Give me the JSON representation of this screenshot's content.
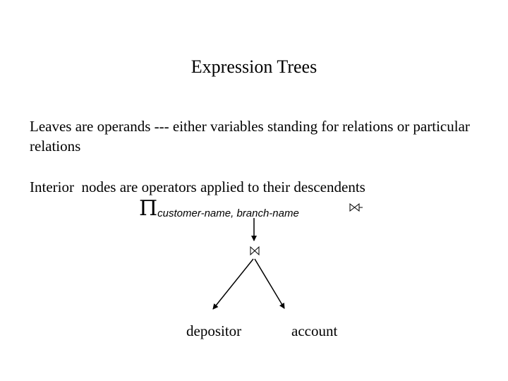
{
  "slide": {
    "title": "Expression Trees",
    "paragraph_1": "Leaves are operands --- either variables standing for relations or particular relations",
    "paragraph_2": "Interior  nodes are operators applied to their descendents"
  },
  "tree": {
    "root": {
      "symbol": "Π",
      "attributes": "customer-name, branch-name"
    },
    "join_symbol_icon": "natural-join-icon",
    "leaves": [
      "depositor",
      "account"
    ]
  }
}
